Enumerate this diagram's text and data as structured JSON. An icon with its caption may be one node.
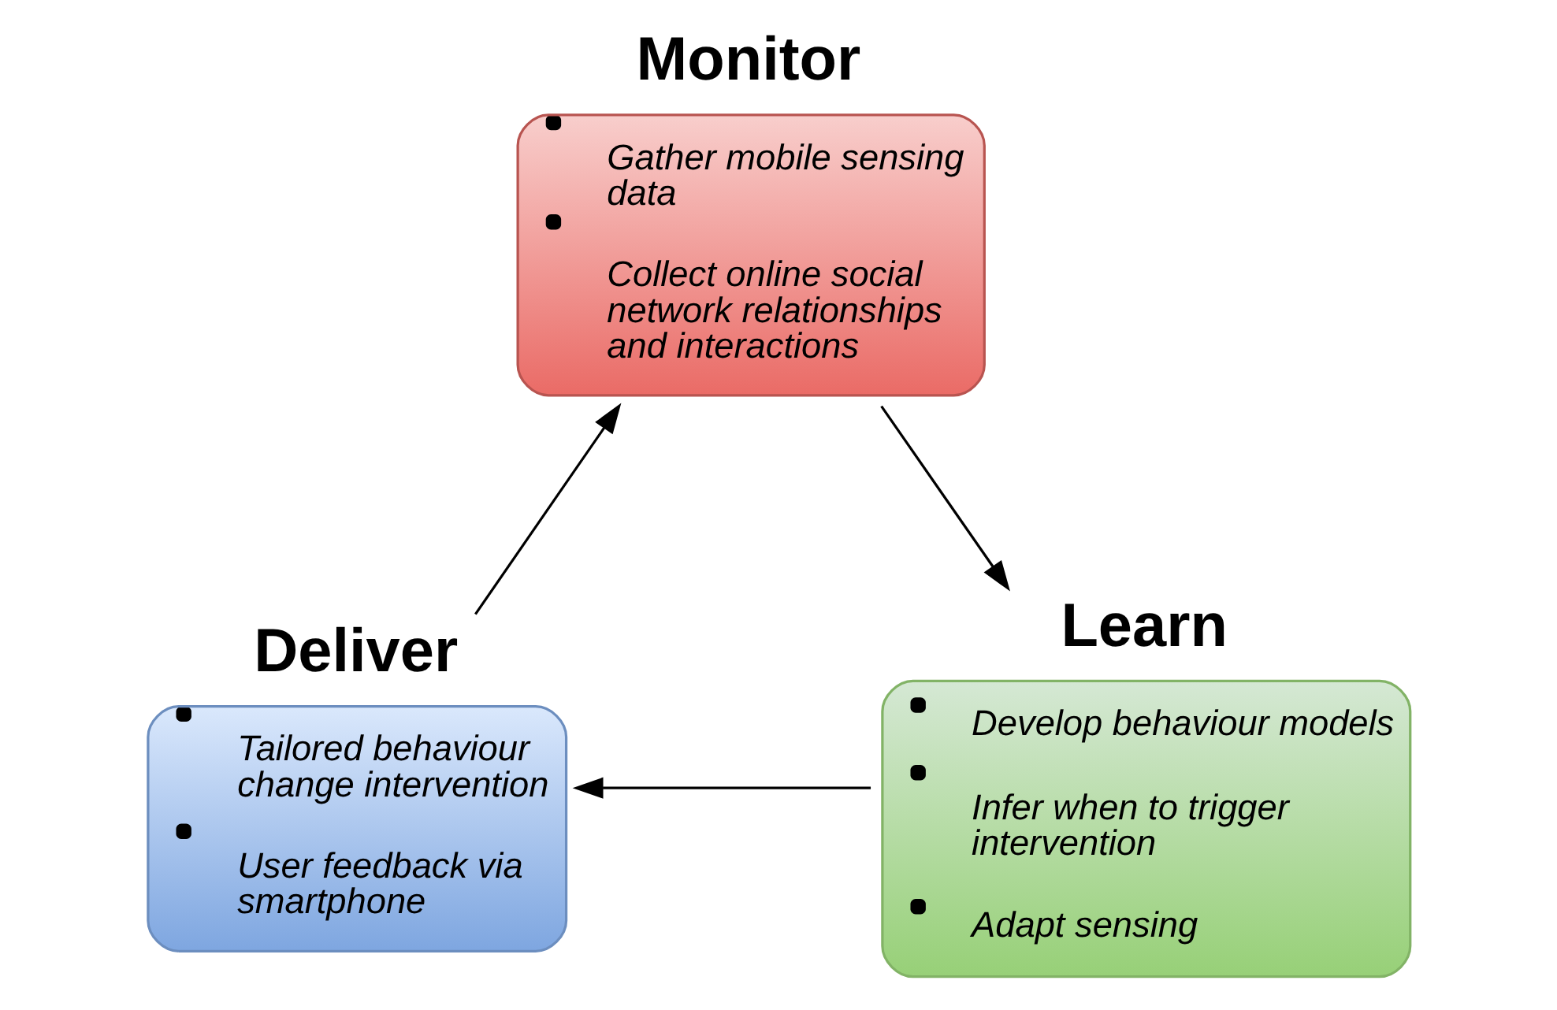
{
  "diagram": {
    "nodes": [
      {
        "text": [
          "Monitor",
          "Gather mobile sensing data",
          "Collect online social network relationships and interactions"
        ]
      },
      {
        "text": [
          "Deliver",
          "Tailored behaviour change intervention",
          "User feedback via smartphone"
        ]
      },
      {
        "text": [
          "Learn",
          "Develop behaviour models",
          "Infer when to trigger intervention",
          "Adapt sensing"
        ]
      }
    ],
    "edges": [
      {
        "from": 0,
        "to": 2,
        "arrow": "to"
      },
      {
        "from": 2,
        "to": 1,
        "arrow": "to"
      },
      {
        "from": 1,
        "to": 0,
        "arrow": "to"
      }
    ]
  }
}
